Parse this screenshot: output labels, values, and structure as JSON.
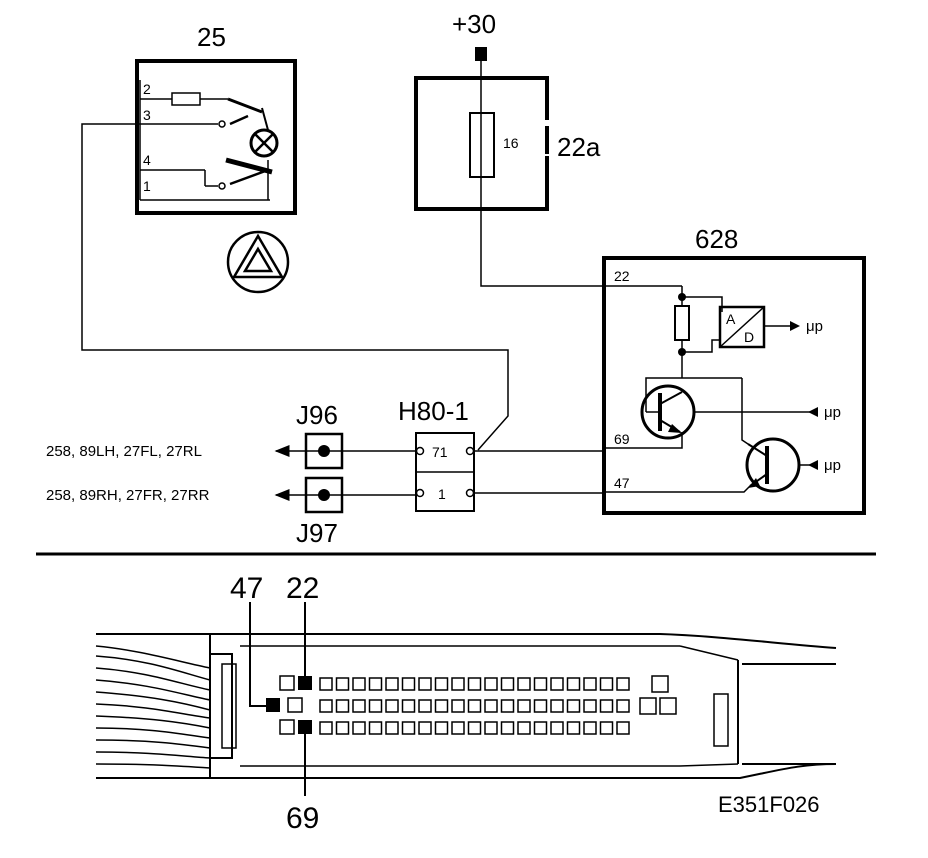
{
  "components": {
    "hazard_switch": {
      "number": "25",
      "pins": [
        "2",
        "3",
        "4",
        "1"
      ]
    },
    "fuse_box": {
      "supply": "+30",
      "fuse_number": "16",
      "label": "22a"
    },
    "control_module": {
      "number": "628",
      "pin_22": "22",
      "pin_69": "69",
      "pin_47": "47",
      "adc_a": "A",
      "adc_d": "D",
      "up_labels": [
        "μp",
        "μp",
        "μp"
      ]
    },
    "connector_h80": {
      "label": "H80-1",
      "pin_71": "71",
      "pin_1": "1"
    },
    "junction_j96": {
      "label": "J96"
    },
    "junction_j97": {
      "label": "J97"
    }
  },
  "destinations": {
    "left": "258, 89LH, 27FL, 27RL",
    "right": "258, 89RH, 27FR, 27RR"
  },
  "connector_view": {
    "label_47": "47",
    "label_22": "22",
    "label_69": "69"
  },
  "figure_code": "E351F026"
}
